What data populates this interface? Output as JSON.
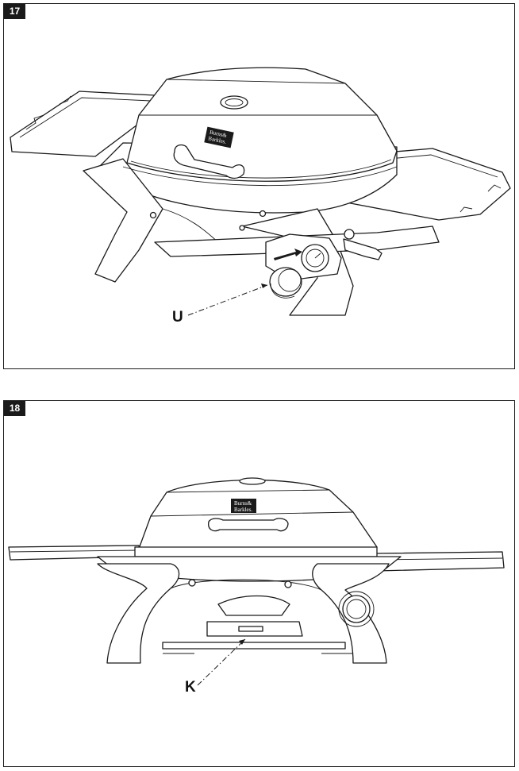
{
  "figures": [
    {
      "number": "17",
      "callout": "U",
      "callout_part": "control knob",
      "logo_line1": "Burns&",
      "logo_line2": "Barkles."
    },
    {
      "number": "18",
      "callout": "K",
      "callout_part": "drip tray",
      "logo_line1": "Burns&",
      "logo_line2": "Barkles."
    }
  ],
  "colors": {
    "line": "#1a1a1a",
    "badge_bg": "#1a1a1a",
    "badge_text": "#ffffff",
    "paper": "#ffffff"
  },
  "icons": [
    "arrow-icon",
    "leader-line"
  ]
}
